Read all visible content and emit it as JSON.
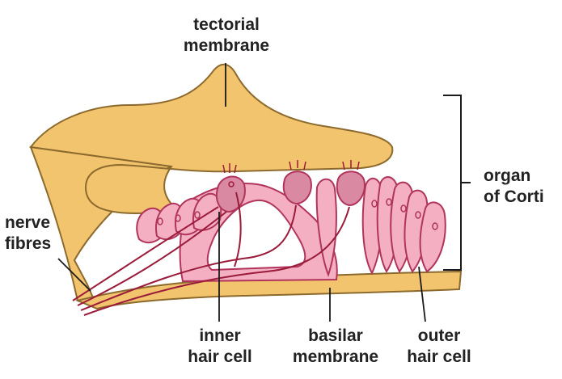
{
  "labels": {
    "tectorial_membrane": [
      "tectorial",
      "membrane"
    ],
    "organ_of_corti": [
      "organ",
      "of Corti"
    ],
    "nerve_fibres": [
      "nerve",
      "fibres"
    ],
    "inner_hair_cell": [
      "inner",
      "hair cell"
    ],
    "basilar_membrane": [
      "basilar",
      "membrane"
    ],
    "outer_hair_cell": [
      "outer",
      "hair cell"
    ]
  },
  "colors": {
    "tissue_fill": "#F2C46E",
    "tissue_outline": "#8C6A2E",
    "cell_fill": "#F4AFC2",
    "cell_outline": "#B0345B",
    "nerve_fibre": "#9B1B3A",
    "leader_line": "#1a1a1a"
  }
}
